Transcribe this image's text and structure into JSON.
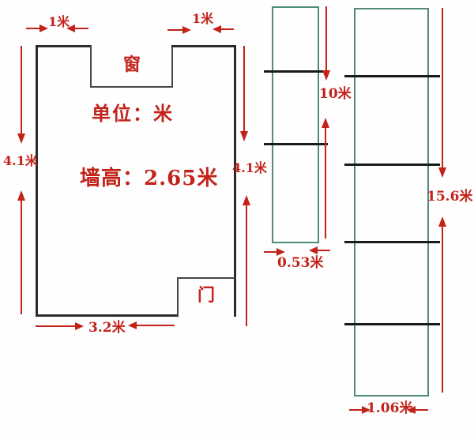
{
  "diagram": {
    "unit_note": "单位：米",
    "wall_height_note": "墙高：2.65米"
  },
  "room": {
    "window_label": "窗",
    "door_label": "门",
    "window_left_offset": "1米",
    "window_right_offset": "1米",
    "left_wall_length": "4.1米",
    "right_wall_length": "4.1米",
    "bottom_wall_length": "3.2米"
  },
  "roll_small": {
    "length": "10米",
    "width": "0.53米",
    "sections": 3
  },
  "roll_large": {
    "length": "15.6米",
    "width": "1.06米",
    "sections": 5
  },
  "colors": {
    "wall": "#2b2b2b",
    "dimension": "#c2221a",
    "roll": "#4f8b76",
    "divider": "#1b1b1b",
    "bg": "#fefefe"
  }
}
